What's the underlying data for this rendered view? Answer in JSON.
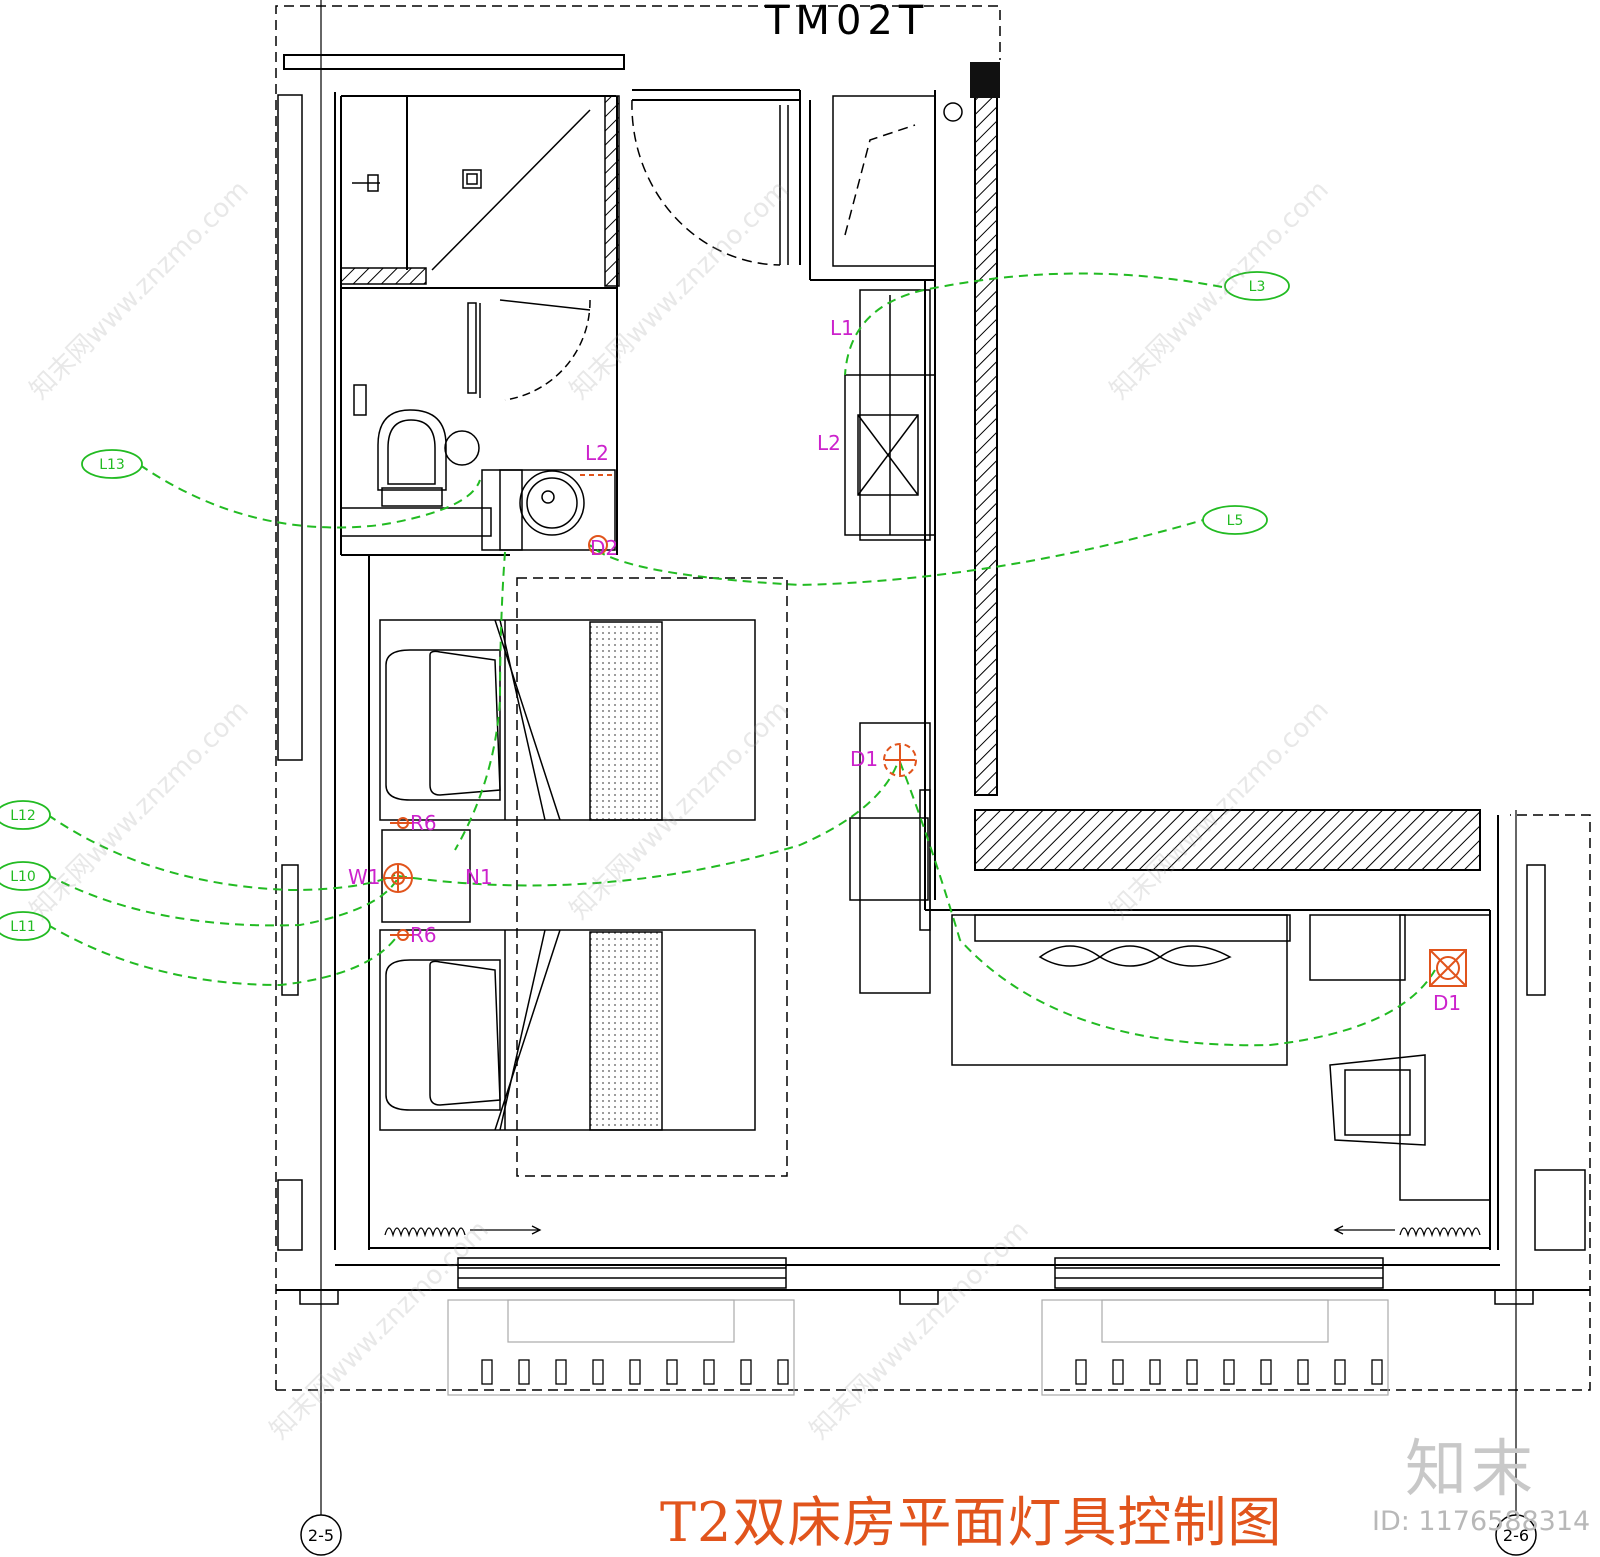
{
  "title": "T2双床房平面灯具控制图",
  "header_partial": "TM02T",
  "logo": "知末",
  "image_id": "ID: 1176588314",
  "watermark": "知末网www.znzmo.com",
  "axes": [
    "2-5",
    "2-6"
  ],
  "circuits": [
    "L3",
    "L5",
    "L13",
    "L12",
    "L10",
    "L11"
  ],
  "fixtures": {
    "l1": "L1",
    "l2_wardrobe": "L2",
    "l2_bath": "L2",
    "d2": "D2",
    "d1_entry": "D1",
    "d1_desk": "D1",
    "w1": "W1",
    "n1": "N1",
    "r6_top": "R6",
    "r6_bottom": "R6"
  },
  "colors": {
    "wall": "#000000",
    "circuit": "#22bb22",
    "fixture": "#e1541c",
    "label": "#cc22cc"
  }
}
